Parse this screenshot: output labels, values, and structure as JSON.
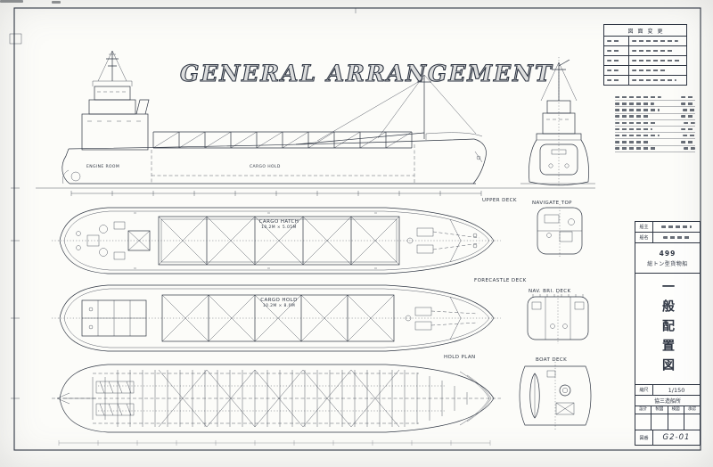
{
  "sheet": {
    "title": "GENERAL ARRANGEMENT",
    "drawing_number": "G2-01"
  },
  "revision_table": {
    "header": "図面変更"
  },
  "title_block": {
    "owner_label": "船主",
    "name_label": "船名",
    "type_line1": "499",
    "type_line2": "総トン型貨物船",
    "big_title": "一般配置図",
    "scale_label": "縮尺",
    "scale_value": "1/150",
    "company": "協三造船所",
    "approval_columns": [
      "設計",
      "製図",
      "検図",
      "承認"
    ],
    "drawing_no_label": "図番",
    "drawing_no": "G2-01"
  },
  "view_labels": {
    "upper_deck": "UPPER DECK",
    "forecastle_deck": "FORECASTLE DECK",
    "hold_plan": "HOLD PLAN",
    "navigate_top": "NAVIGATE TOP",
    "nav_bri_deck": "NAV. BRI. DECK",
    "boat_deck": "BOAT DECK",
    "cargo_hatch": "CARGO HATCH",
    "cargo_hatch_dim": "10.2M × 5.05M",
    "cargo_hold": "CARGO HOLD",
    "cargo_hold_dim": "10.2M × 8.0M",
    "engine_room": "ENGINE ROOM",
    "profile_hold": "CARGO HOLD"
  },
  "colors": {
    "ink": "#2e3542",
    "paper": "#fcfcf9"
  }
}
